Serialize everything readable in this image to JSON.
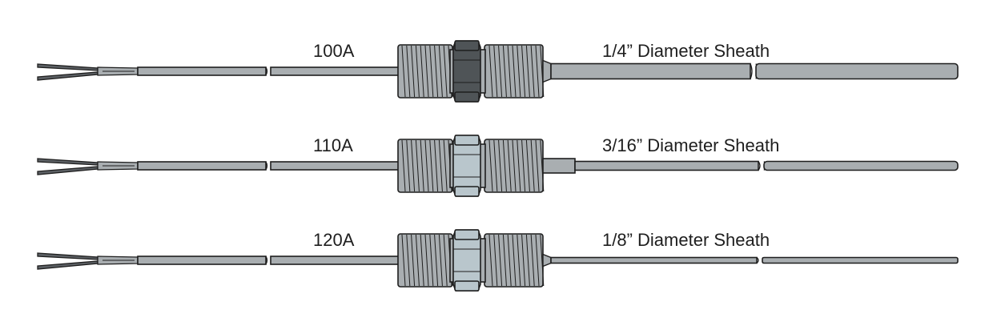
{
  "diagram": {
    "rows": [
      {
        "model": "100A",
        "sheath_label": "1/4” Diameter Sheath",
        "nut_color": "#4f5457"
      },
      {
        "model": "110A",
        "sheath_label": "3/16” Diameter Sheath",
        "nut_color": "#b9c6cc"
      },
      {
        "model": "120A",
        "sheath_label": "1/8” Diameter Sheath",
        "nut_color": "#b9c6cc"
      }
    ],
    "colors": {
      "metal": "#a9aeb1",
      "outline": "#1e1e1e",
      "wire_dark": "#5c6064",
      "text": "#1e1e1e"
    }
  }
}
